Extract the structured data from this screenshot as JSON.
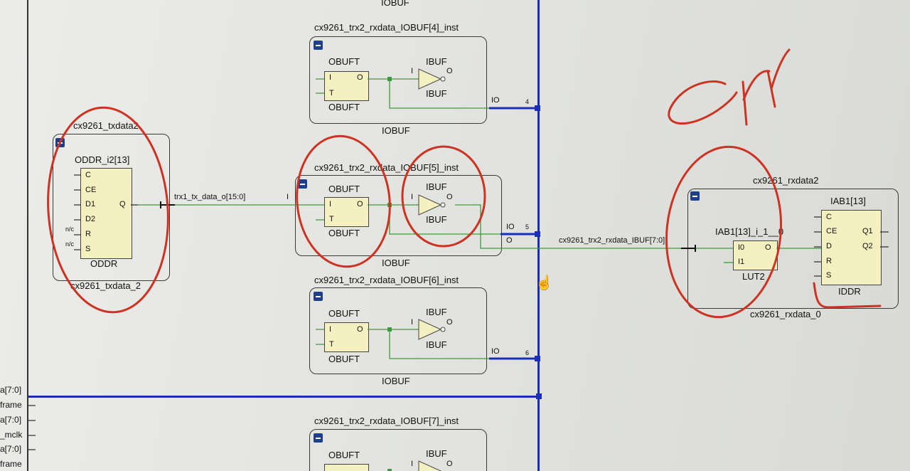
{
  "window": {
    "title": "Vivado Schematic view"
  },
  "top_label": "IOBUF",
  "iobuf4": {
    "inst_name": "cx9261_trx2_rxdata_IOBUF[4]_inst",
    "obuft_top": "OBUFT",
    "obuft_bottom": "OBUFT",
    "ibuf_top": "IBUF",
    "ibuf_bottom": "IBUF",
    "pin_i": "I",
    "pin_o": "O",
    "pin_t": "T",
    "ibuf_pin_i": "I",
    "ibuf_pin_o": "O",
    "io_label": "IO",
    "bit": "4",
    "cell_type": "IOBUF"
  },
  "iobuf5": {
    "inst_name": "cx9261_trx2_rxdata_IOBUF[5]_inst",
    "obuft_top": "OBUFT",
    "obuft_bottom": "OBUFT",
    "ibuf_top": "IBUF",
    "ibuf_bottom": "IBUF",
    "pin_i": "I",
    "pin_o": "O",
    "pin_t": "T",
    "ibuf_pin_i": "I",
    "ibuf_pin_o": "O",
    "port_i": "I",
    "io_label": "IO",
    "o_label": "O",
    "bit": "5",
    "cell_type": "IOBUF"
  },
  "iobuf6": {
    "inst_name": "cx9261_trx2_rxdata_IOBUF[6]_inst",
    "obuft_top": "OBUFT",
    "obuft_bottom": "OBUFT",
    "ibuf_top": "IBUF",
    "ibuf_bottom": "IBUF",
    "pin_i": "I",
    "pin_o": "O",
    "pin_t": "T",
    "ibuf_pin_i": "I",
    "ibuf_pin_o": "O",
    "io_label": "IO",
    "bit": "6",
    "cell_type": "IOBUF"
  },
  "iobuf7": {
    "inst_name": "cx9261_trx2_rxdata_IOBUF[7]_inst",
    "obuft_top": "OBUFT",
    "ibuf_top": "IBUF",
    "ibuf_pin_i": "I",
    "ibuf_pin_o": "O"
  },
  "txdata": {
    "module_top": "cx9261_txdata2",
    "cell_name": "ODDR_i2[13]",
    "pins": [
      "C",
      "CE",
      "D1",
      "D2",
      "R",
      "S"
    ],
    "nc1": "n/c",
    "nc2": "n/c",
    "q_pin": "Q",
    "cell_type": "ODDR",
    "module_bottom": "cx9261_txdata_2"
  },
  "nets": {
    "tx_net": "trx1_tx_data_o[15:0]",
    "rx_net": "cx9261_trx2_rxdata_IBUF[7:0]"
  },
  "rxdata": {
    "module_top": "cx9261_rxdata2",
    "lut_name": "IAB1[13]_i_1__0",
    "lut_pins": [
      "I0",
      "I1"
    ],
    "lut_out": "O",
    "lut_type": "LUT2",
    "iddr_name": "IAB1[13]",
    "iddr_pins": [
      "C",
      "CE",
      "D",
      "R",
      "S"
    ],
    "iddr_q1": "Q1",
    "iddr_q2": "Q2",
    "iddr_type": "IDDR",
    "module_bottom": "cx9261_rxdata_0"
  },
  "left_ports": [
    "a[7:0]",
    "frame",
    "a[7:0]",
    "_mclk",
    "a[7:0]",
    "frame"
  ],
  "annotation": {
    "text": "err",
    "color": "#cc3322"
  },
  "colors": {
    "bus": "#1a2fb5",
    "wire": "#3f9a3f",
    "cell_fill": "#f4f0c0",
    "annotation": "#cc3322"
  }
}
